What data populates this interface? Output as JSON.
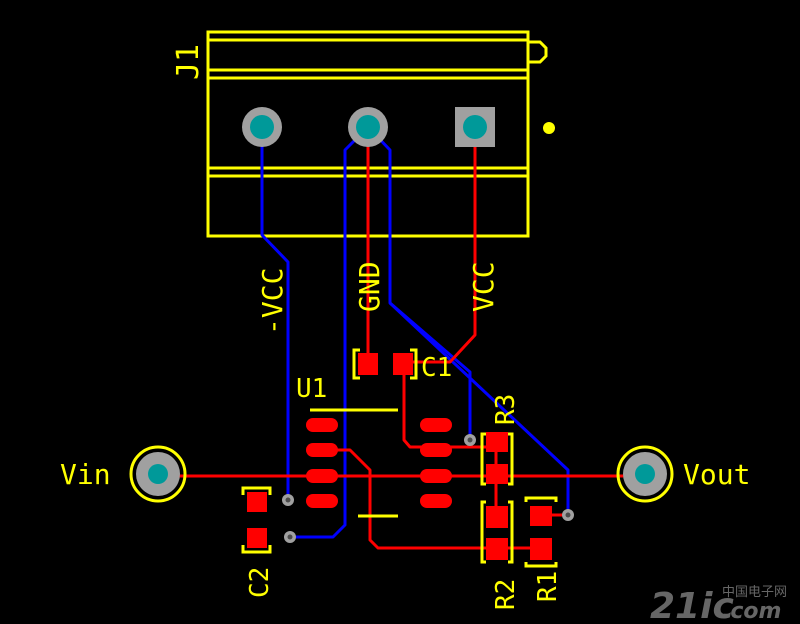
{
  "labels": {
    "connector": "J1",
    "neg_supply": "-VCC",
    "ground": "GND",
    "pos_supply": "VCC",
    "opamp": "U1",
    "cap1": "C1",
    "cap2": "C2",
    "res1": "R1",
    "res2": "R2",
    "res3": "R3",
    "input": "Vin",
    "output": "Vout"
  },
  "watermark": {
    "brand": "21ic",
    "suffix": ".com",
    "cn": "中国电子网"
  },
  "colors": {
    "background": "#000000",
    "silkscreen": "#ffff00",
    "top_copper": "#ff0000",
    "bottom_copper": "#0000ff",
    "pad_hole": "#009999",
    "pad_ring": "#a0a0a0"
  }
}
